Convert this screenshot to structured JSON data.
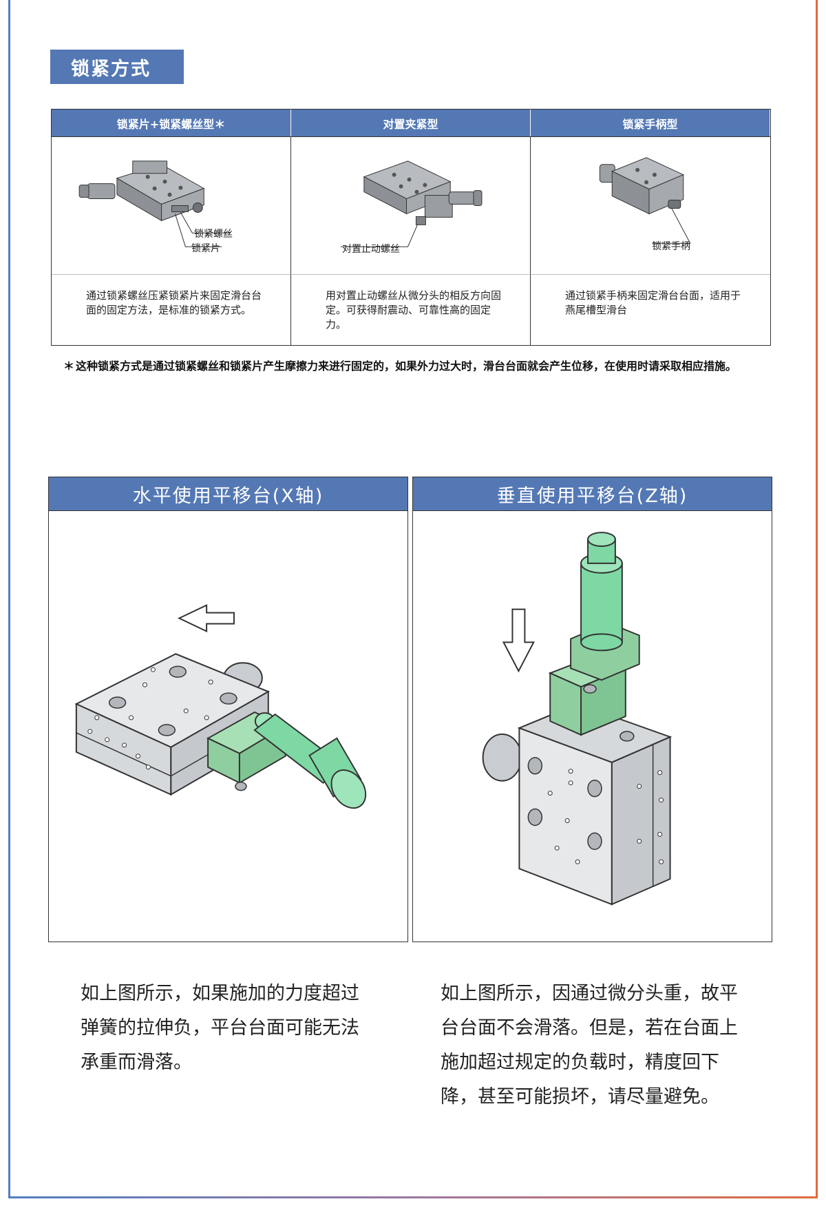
{
  "section": {
    "title": "锁紧方式"
  },
  "table": {
    "columns": [
      {
        "header": "锁紧片+锁紧螺丝型＊",
        "callouts": [
          "锁紧螺丝",
          "锁紧片"
        ],
        "description": "通过锁紧螺丝压紧锁紧片来固定滑台台面的固定方法，是标准的锁紧方式。"
      },
      {
        "header": "对置夹紧型",
        "callouts": [
          "对置止动螺丝"
        ],
        "description": "用对置止动螺丝从微分头的相反方向固定。可获得耐震动、可靠性高的固定力。"
      },
      {
        "header": "锁紧手柄型",
        "callouts": [
          "锁紧手柄"
        ],
        "description": "通过锁紧手柄来固定滑台台面，适用于燕尾槽型滑台"
      }
    ]
  },
  "footnote": {
    "mark": "＊",
    "text": "这种锁紧方式是通过锁紧螺丝和锁紧片产生摩擦力来进行固定的，如果外力过大时，滑台台面就会产生位移，在使用时请采取相应措施。"
  },
  "panels": {
    "horizontal": {
      "title": "水平使用平移台(X轴)",
      "description": "如上图所示，如果施加的力度超过弹簧的拉伸负，平台台面可能无法承重而滑落。"
    },
    "vertical": {
      "title": "垂直使用平移台(Z轴)",
      "description": "如上图所示，因通过微分头重，故平台台面不会滑落。但是，若在台面上施加超过规定的负载时，精度回下降，甚至可能损坏，请尽量避免。"
    }
  },
  "colors": {
    "header_blue": "#5478b4",
    "micrometer_green": "#7ed8a3",
    "block_green": "#8fcf9f",
    "border_left": "#4f7fc0",
    "border_right": "#e06a3c"
  }
}
